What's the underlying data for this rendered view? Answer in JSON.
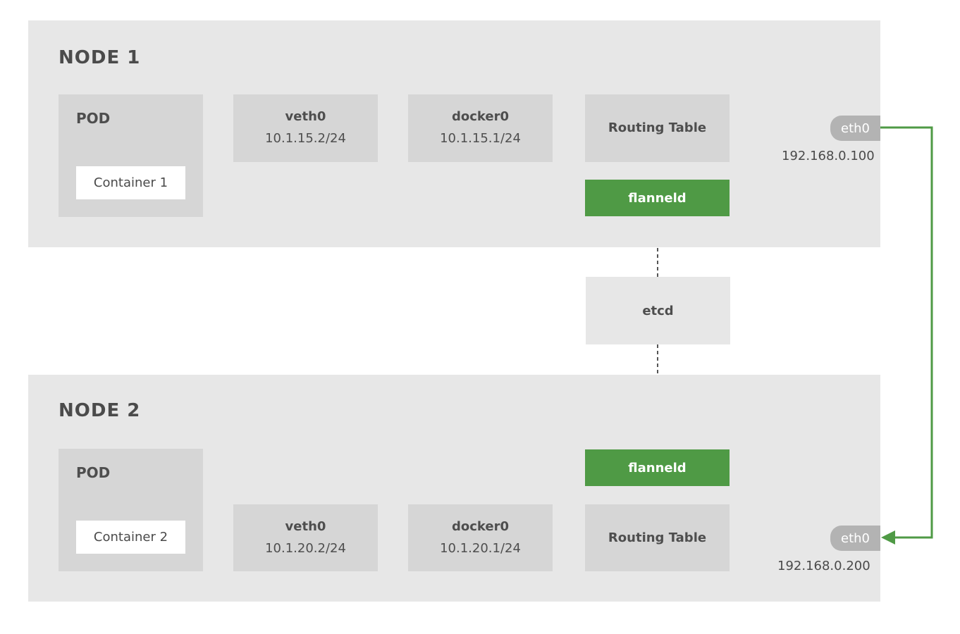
{
  "nodes": [
    {
      "title": "NODE 1",
      "pod_label": "POD",
      "container": "Container 1",
      "veth": {
        "name": "veth0",
        "ip": "10.1.15.2/24"
      },
      "docker": {
        "name": "docker0",
        "ip": "10.1.15.1/24"
      },
      "routing_table": "Routing Table",
      "flanneld": "flanneld",
      "eth": "eth0",
      "ip": "192.168.0.100"
    },
    {
      "title": "NODE 2",
      "pod_label": "POD",
      "container": "Container 2",
      "veth": {
        "name": "veth0",
        "ip": "10.1.20.2/24"
      },
      "docker": {
        "name": "docker0",
        "ip": "10.1.20.1/24"
      },
      "routing_table": "Routing Table",
      "flanneld": "flanneld",
      "eth": "eth0",
      "ip": "192.168.0.200"
    }
  ],
  "etcd": "etcd",
  "colors": {
    "node_background": "#e7e7e7",
    "box": "#d6d6d6",
    "flanneld": "#4f9a45",
    "link": "#4f9a45",
    "eth_badge": "#b3b3b3",
    "etcd_link": "#555555"
  }
}
